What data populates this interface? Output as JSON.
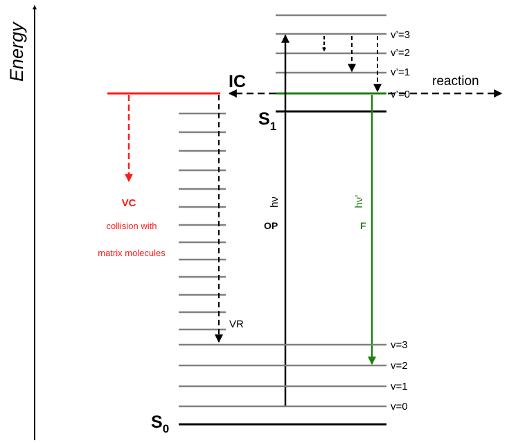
{
  "axis": {
    "label": "Energy"
  },
  "states": {
    "ground": {
      "label_main": "S",
      "label_sub": "0"
    },
    "excited": {
      "label_main": "S",
      "label_sub": "1"
    }
  },
  "vib_levels": {
    "upper": [
      "v’=3",
      "v’=2",
      "v’=1",
      "v’=0"
    ],
    "lower": [
      "v=3",
      "v=2",
      "v=1",
      "v=0"
    ]
  },
  "processes": {
    "ic": "IC",
    "reaction": "reaction",
    "vr": "VR",
    "absorption_symbol": "hν",
    "absorption_label": "OP",
    "fluorescence_symbol": "hν’",
    "fluorescence_label": "F",
    "vc": "VC",
    "vc_desc_line1": "collision with",
    "vc_desc_line2": "matrix molecules"
  },
  "colors": {
    "main": "#000000",
    "vib_level": "#808080",
    "collision": "#ff1a1a",
    "fluorescence": "#1f7f12"
  }
}
